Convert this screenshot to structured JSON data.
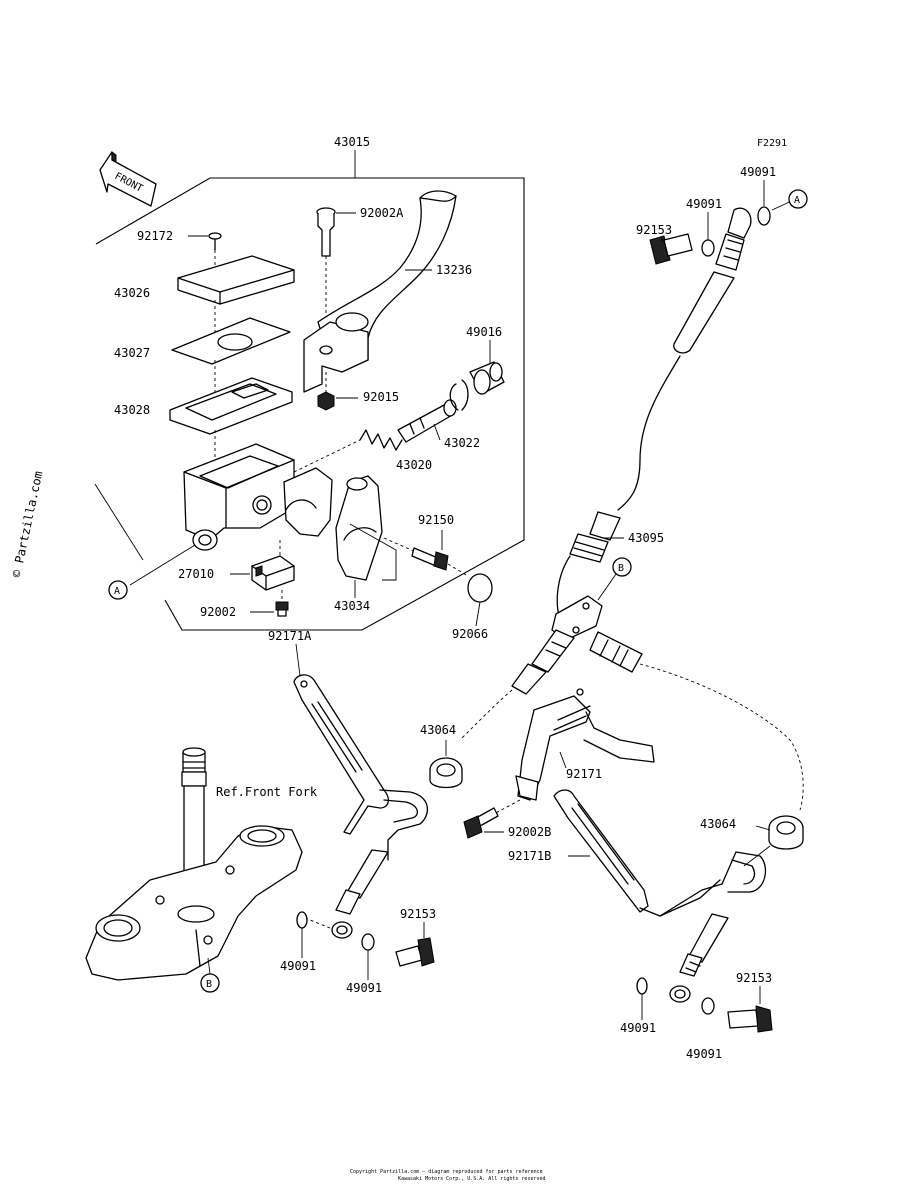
{
  "figure_code": "F2291",
  "watermark": "© Partzilla.com",
  "front_arrow_text": "FRONT",
  "ref_label": "Ref.Front Fork",
  "callouts": {
    "a": "A",
    "b": "B"
  },
  "parts": {
    "p43015": "43015",
    "p92002A": "92002A",
    "p13236": "13236",
    "p92172": "92172",
    "p43026": "43026",
    "p43027": "43027",
    "p43028": "43028",
    "p49016": "49016",
    "p92015": "92015",
    "p43022": "43022",
    "p43020": "43020",
    "p92150": "92150",
    "p27010": "27010",
    "p43034": "43034",
    "p92002": "92002",
    "p92066": "92066",
    "p92171A": "92171A",
    "p43064a": "43064",
    "p43064b": "43064",
    "p92171": "92171",
    "p92002B": "92002B",
    "p92171B": "92171B",
    "p43095": "43095",
    "p92153a": "92153",
    "p92153b": "92153",
    "p92153c": "92153",
    "p49091a": "49091",
    "p49091b": "49091",
    "p49091c": "49091",
    "p49091d": "49091",
    "p49091e": "49091",
    "p49091f": "49091"
  },
  "footer": {
    "line1": "Copyright Partzilla.com — diagram reproduced for parts reference",
    "line2": "Kawasaki Motors Corp., U.S.A. All rights reserved"
  }
}
